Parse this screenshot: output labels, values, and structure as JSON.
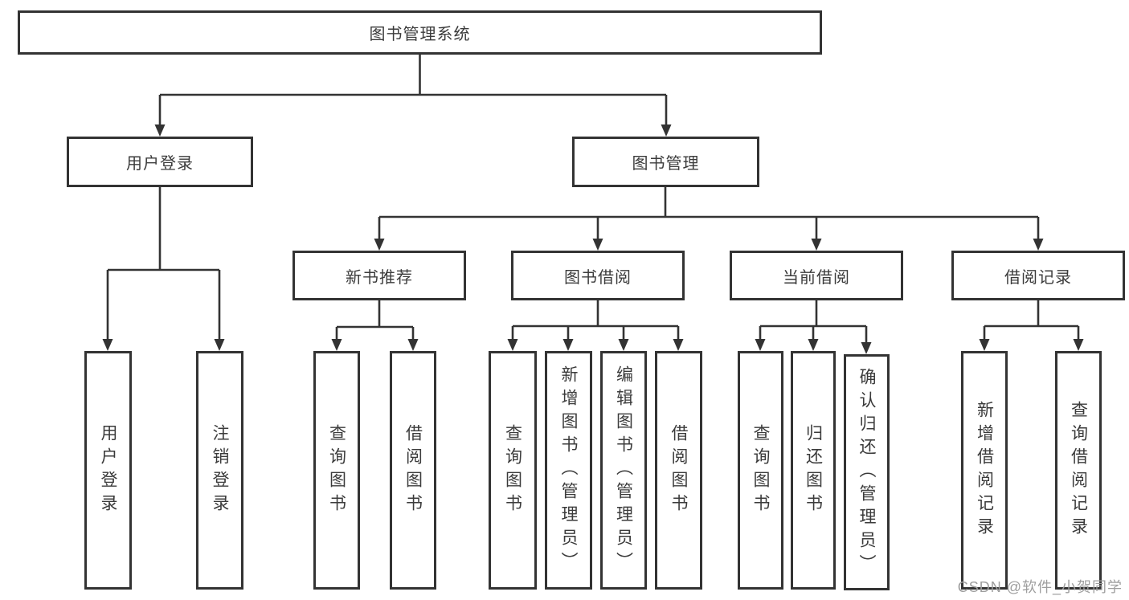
{
  "colors": {
    "line": "#333333",
    "text": "#3b3b3b",
    "watermark": "#9e9e9e",
    "background": "#ffffff"
  },
  "watermark": {
    "text": "CSDN @软件_小贺同学"
  },
  "tree": {
    "label": "图书管理系统",
    "children": [
      {
        "label": "用户登录",
        "children": [
          {
            "label": "用户登录"
          },
          {
            "label": "注销登录"
          }
        ]
      },
      {
        "label": "图书管理",
        "children": [
          {
            "label": "新书推荐",
            "children": [
              {
                "label": "查询图书"
              },
              {
                "label": "借阅图书"
              }
            ]
          },
          {
            "label": "图书借阅",
            "children": [
              {
                "label": "查询图书"
              },
              {
                "label": "新增图书（管理员）"
              },
              {
                "label": "编辑图书（管理员）"
              },
              {
                "label": "借阅图书"
              }
            ]
          },
          {
            "label": "当前借阅",
            "children": [
              {
                "label": "查询图书"
              },
              {
                "label": "归还图书"
              },
              {
                "label": "确认归还（管理员）"
              }
            ]
          },
          {
            "label": "借阅记录",
            "children": [
              {
                "label": "新增借阅记录"
              },
              {
                "label": "查询借阅记录"
              }
            ]
          }
        ]
      }
    ]
  }
}
